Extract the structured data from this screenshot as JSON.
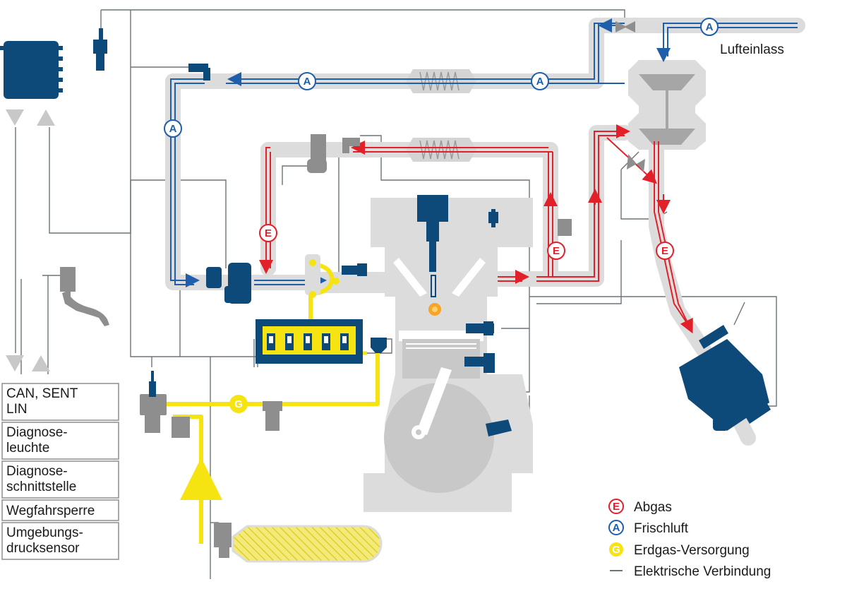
{
  "colors": {
    "housing": "#dcdcdc",
    "housing_dark": "#c8c8c8",
    "fresh_air": "#1f5ea8",
    "exhaust": "#e2202a",
    "gas": "#f6e312",
    "component": "#0d4a7a",
    "component_gray": "#8e8e8e",
    "wire": "#6d7378"
  },
  "inlet_label": "Lufteinlass",
  "badges": {
    "fresh_air": "A",
    "exhaust": "E",
    "gas": "G"
  },
  "side_boxes": [
    {
      "lines": [
        "CAN, SENT",
        "LIN"
      ]
    },
    {
      "lines": [
        "Diagnose-",
        "leuchte"
      ]
    },
    {
      "lines": [
        "Diagnose-",
        "schnittstelle"
      ]
    },
    {
      "lines": [
        "Wegfahrsperre"
      ]
    },
    {
      "lines": [
        "Umgebungs-",
        "drucksensor"
      ]
    }
  ],
  "legend": [
    {
      "key": "exhaust",
      "badge": "E",
      "label": "Abgas"
    },
    {
      "key": "fresh_air",
      "badge": "A",
      "label": "Frischluft"
    },
    {
      "key": "gas",
      "badge": "G",
      "label": "Erdgas-Versorgung"
    },
    {
      "key": "wire",
      "badge": "",
      "label": "Elektrische Verbindung"
    }
  ]
}
